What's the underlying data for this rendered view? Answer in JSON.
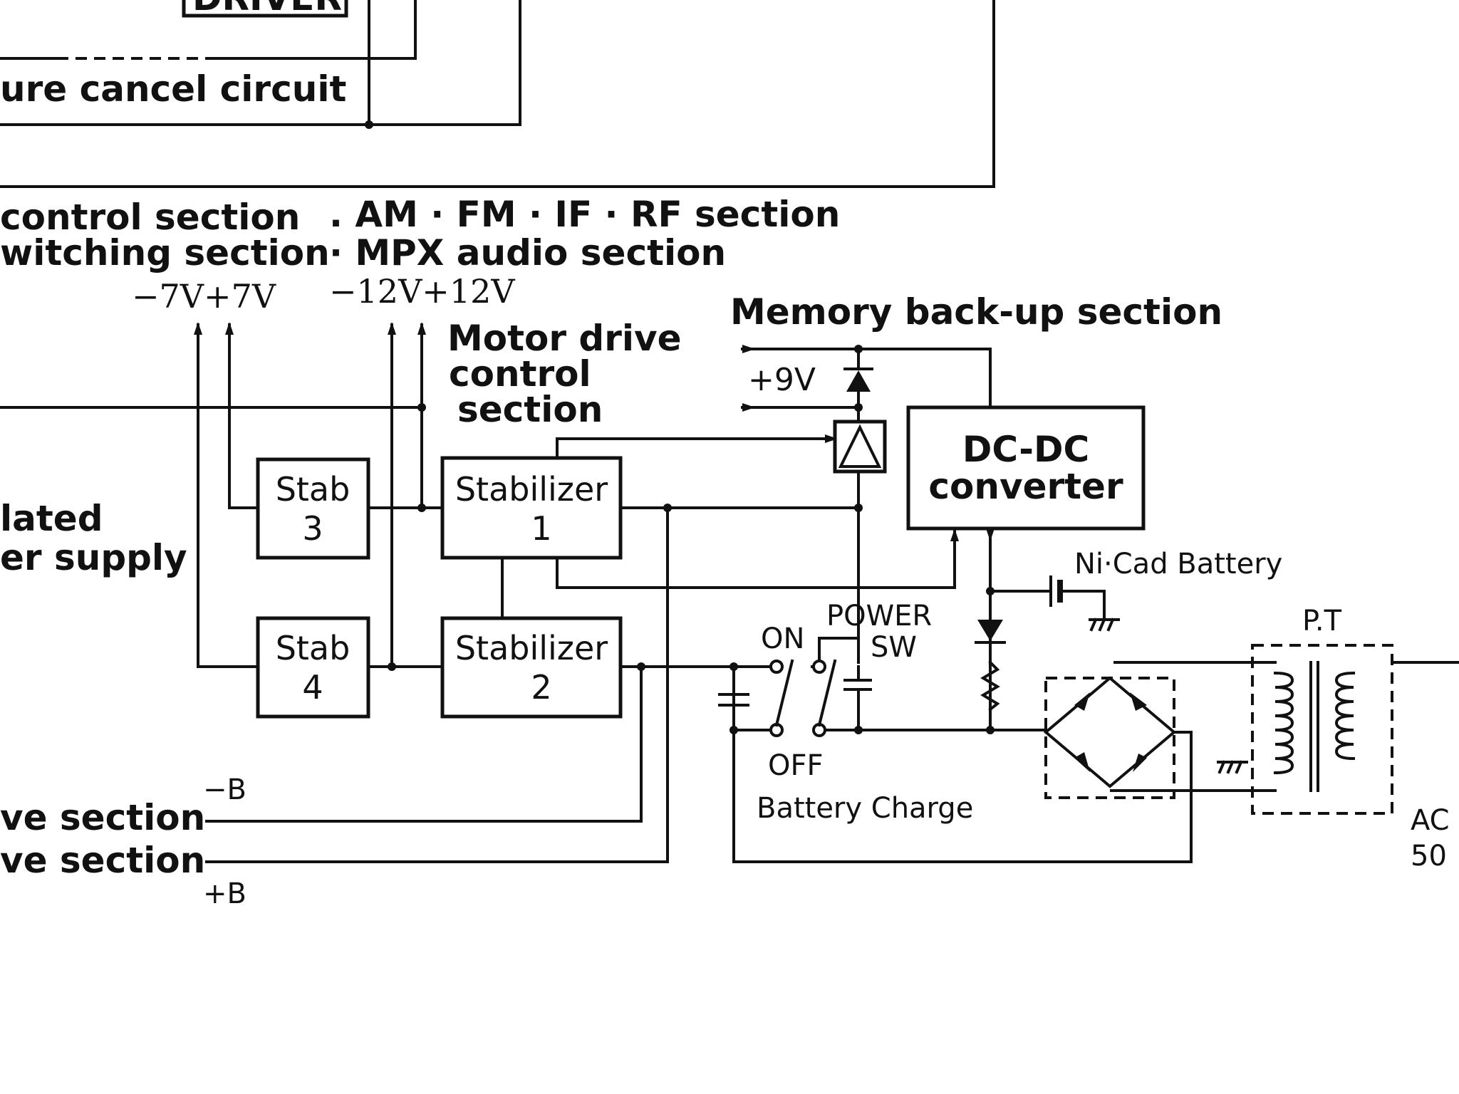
{
  "labels": {
    "driver": "DRIVER",
    "pressure_cancel": "ure cancel circuit",
    "control_section": "control section",
    "am_fm_section": ". AM · FM · IF · RF section",
    "switching_section": "witching section",
    "mpx_section": "· MPX audio section",
    "v_minus7_plus7": "−7V+7V",
    "v_minus12_plus12": "−12V+12V",
    "motor_drive_1": "Motor drive",
    "motor_drive_2": "control",
    "motor_drive_3": "section",
    "memory_backup": "Memory back-up section",
    "plus9v": "+9V",
    "regulated_1": "lated",
    "regulated_2": "er supply",
    "stab3_1": "Stab",
    "stab3_2": "3",
    "stab4_1": "Stab",
    "stab4_2": "4",
    "stabilizer1_1": "Stabilizer",
    "stabilizer1_2": "1",
    "stabilizer2_1": "Stabilizer",
    "stabilizer2_2": "2",
    "dcdc_1": "DC-DC",
    "dcdc_2": "converter",
    "nicad": "Ni·Cad Battery",
    "pt": "P.T",
    "on": "ON",
    "off": "OFF",
    "power": "POWER",
    "sw": "SW",
    "battery_charge": "Battery Charge",
    "minus_b": "−B",
    "plus_b": "+B",
    "ve_section_1": "ve section",
    "ve_section_2": "ve section",
    "ac_1": "AC",
    "ac_2": "50"
  }
}
